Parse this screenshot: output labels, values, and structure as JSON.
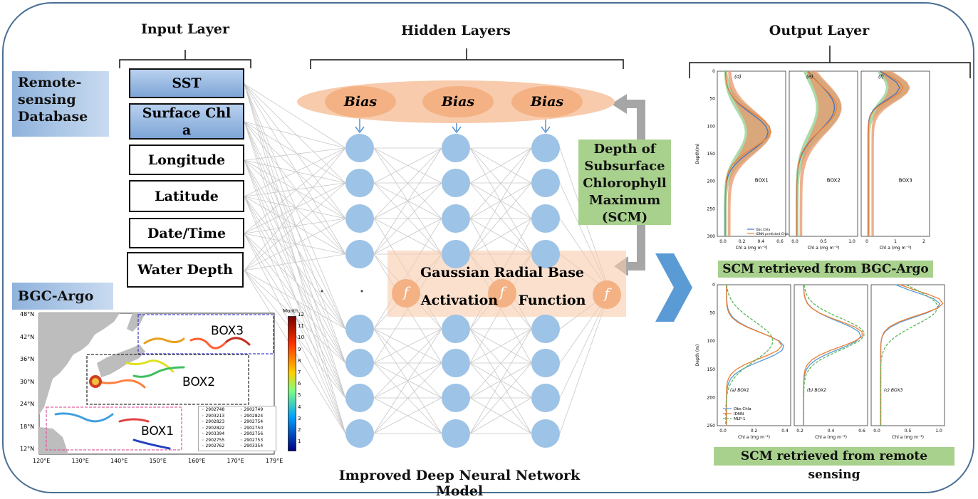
{
  "headers": {
    "input": "Input Layer",
    "hidden": "Hidden Layers",
    "output": "Output Layer",
    "footer": "Improved Deep Neural Network Model"
  },
  "labels": {
    "remote_sensing_db": "Remote-sensing Database",
    "bgc_argo": "BGC-Argo",
    "scm_depth": "Depth of Subsurface Chlorophyll Maximum (SCM)",
    "activation_line1": "Gaussian Radial Base",
    "activation_line2": "Activation",
    "activation_line3": "Function",
    "bias": "Bias",
    "f": "f",
    "scm_argo": "SCM retrieved from BGC-Argo",
    "scm_remote": "SCM retrieved from remote sensing"
  },
  "inputs": [
    "SST",
    "Surface Chl a",
    "Longitude",
    "Latitude",
    "Date/Time",
    "Water Depth"
  ],
  "colors": {
    "frame": "#4a6f93",
    "node": "#9dc3e6",
    "bias": "#f4b183",
    "bias_band": "#f8cbad",
    "green_box": "#a9d18e",
    "arrow_blue": "#5b9bd5",
    "arrow_gray": "#a6a6a6"
  },
  "map": {
    "lat_ticks": [
      "48°N",
      "42°N",
      "36°N",
      "30°N",
      "24°N",
      "18°N",
      "12°N"
    ],
    "lon_ticks": [
      "120°E",
      "130°E",
      "140°E",
      "150°E",
      "160°E",
      "170°E",
      "179°E"
    ],
    "boxes": [
      "BOX3",
      "BOX2",
      "BOX1"
    ],
    "colorbar_title": "Month",
    "colorbar_ticks": [
      "12",
      "11",
      "10",
      "9",
      "8",
      "7",
      "6",
      "5",
      "4",
      "3",
      "2",
      "1"
    ],
    "floats": [
      "2902748",
      "2902749",
      "2903213",
      "2902824",
      "2902823",
      "2902754",
      "2902822",
      "2902750",
      "2903394",
      "2902756",
      "2902755",
      "2902753",
      "2902762",
      "2903354"
    ]
  },
  "plot_argo": {
    "panels": [
      "(d)",
      "(e)",
      "(f)"
    ],
    "boxes": [
      "BOX1",
      "BOX2",
      "BOX3"
    ],
    "y_ticks": [
      "0",
      "50",
      "100",
      "150",
      "200",
      "250",
      "300"
    ],
    "ylabel": "Depth(m)",
    "xlabel": "Chl a (mg m⁻³)",
    "x_ticks": [
      [
        "0.0",
        "0.2",
        "0.4",
        "0.6"
      ],
      [
        "0.0",
        "0.5",
        "1.0"
      ],
      [
        "0",
        "1",
        "2"
      ]
    ],
    "legend": [
      "Obs Chla",
      "IDNN predicted Chla"
    ]
  },
  "plot_remote": {
    "panels": [
      "(a) BOX1",
      "(b) BOX2",
      "(c) BOX3"
    ],
    "y_ticks": [
      "0",
      "50",
      "100",
      "150",
      "200",
      "250"
    ],
    "ylabel": "Depth (m)",
    "xlabel": "Chl a (mg m⁻³)",
    "x_ticks": [
      [
        "0.0",
        "0.2",
        "0.4"
      ],
      [
        "0.2",
        "0.4",
        "0.6"
      ],
      [
        "0.0",
        "0.5",
        "1.0"
      ]
    ],
    "legend": [
      "Obs Chla",
      "IDNN",
      "MLP-1"
    ]
  }
}
